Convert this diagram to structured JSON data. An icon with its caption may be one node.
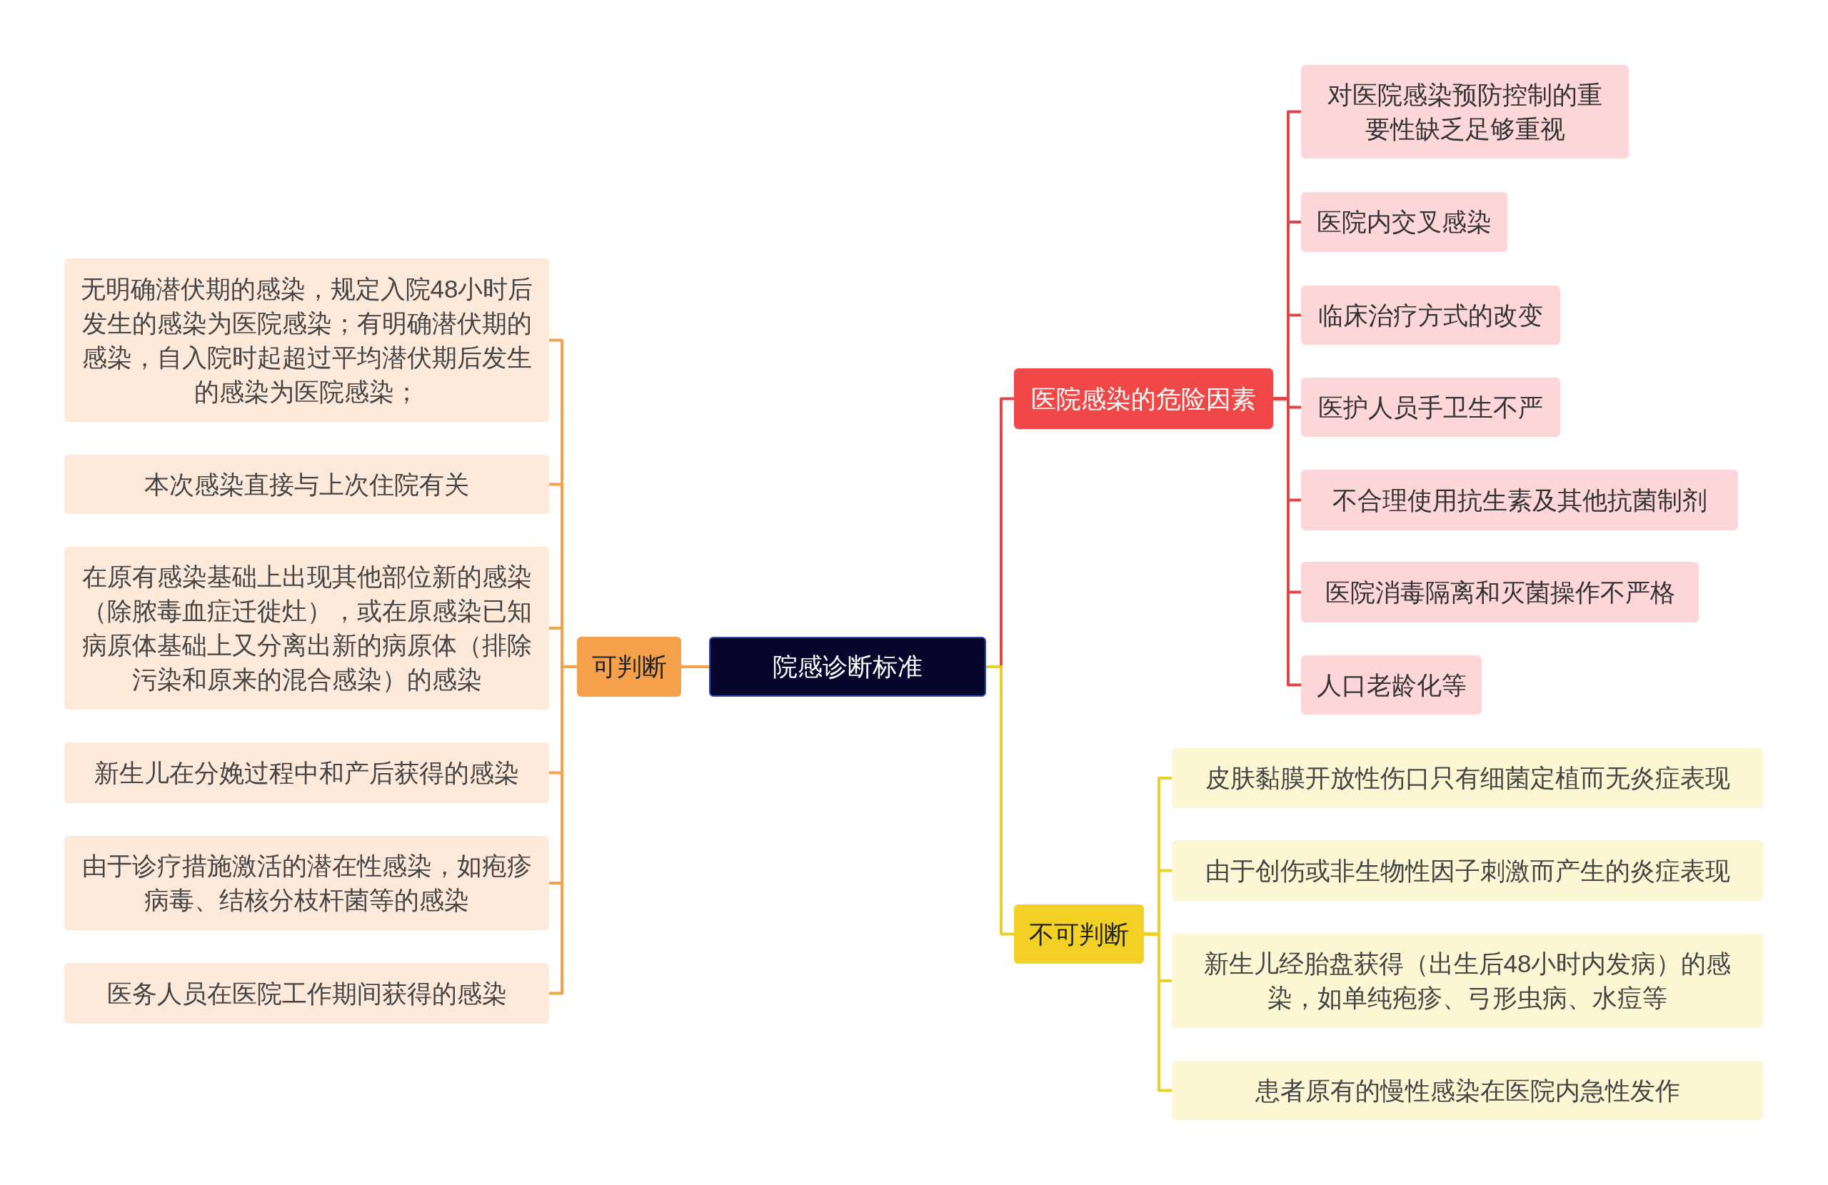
{
  "diagram": {
    "nodes": [
      {
        "text": [
          "院感诊断标准"
        ]
      },
      {
        "text": [
          "可判断"
        ]
      },
      {
        "text": [
          "无明确潜伏期的感染，规定入院48小时后发生的感染为医院感染；有明确潜伏期的感染，自入院时起超过平均潜伏期后发生的感染为医院感染；"
        ]
      },
      {
        "text": [
          "本次感染直接与上次住院有关"
        ]
      },
      {
        "text": [
          "在原有感染基础上出现其他部位新的感染（除脓毒血症迁徙灶），或在原感染已知病原体基础上又分离出新的病原体（排除污染和原来的混合感染）的感染"
        ]
      },
      {
        "text": [
          "新生儿在分娩过程中和产后获得的感染"
        ]
      },
      {
        "text": [
          "由于诊疗措施激活的潜在性感染，如疱疹病毒、结核分枝杆菌等的感染"
        ]
      },
      {
        "text": [
          "医务人员在医院工作期间获得的感染"
        ]
      },
      {
        "text": [
          "医院感染的危险因素"
        ]
      },
      {
        "text": [
          "对医院感染预防控制的重要性缺乏足够重视"
        ]
      },
      {
        "text": [
          "医院内交叉感染"
        ]
      },
      {
        "text": [
          "临床治疗方式的改变"
        ]
      },
      {
        "text": [
          "医护人员手卫生不严"
        ]
      },
      {
        "text": [
          "不合理使用抗生素及其他抗菌制剂"
        ]
      },
      {
        "text": [
          "医院消毒隔离和灭菌操作不严格"
        ]
      },
      {
        "text": [
          "人口老龄化等"
        ]
      },
      {
        "text": [
          "不可判断"
        ]
      },
      {
        "text": [
          "皮肤黏膜开放性伤口只有细菌定植而无炎症表现"
        ]
      },
      {
        "text": [
          "由于创伤或非生物性因子刺激而产生的炎症表现"
        ]
      },
      {
        "text": [
          "新生儿经胎盘获得（出生后48小时内发病）的感染，如单纯疱疹、弓形虫病、水痘等"
        ]
      },
      {
        "text": [
          "患者原有的慢性感染在医院内急性发作"
        ]
      }
    ],
    "edges": [
      {
        "from": 0,
        "to": 1,
        "arrow": "none",
        "color": "#f5a04a"
      },
      {
        "from": 1,
        "to": 2,
        "arrow": "none",
        "color": "#f5a04a"
      },
      {
        "from": 1,
        "to": 3,
        "arrow": "none",
        "color": "#f5a04a"
      },
      {
        "from": 1,
        "to": 4,
        "arrow": "none",
        "color": "#f5a04a"
      },
      {
        "from": 1,
        "to": 5,
        "arrow": "none",
        "color": "#f5a04a"
      },
      {
        "from": 1,
        "to": 6,
        "arrow": "none",
        "color": "#f5a04a"
      },
      {
        "from": 1,
        "to": 7,
        "arrow": "none",
        "color": "#f5a04a"
      },
      {
        "from": 0,
        "to": 8,
        "arrow": "none",
        "color": "#e04444"
      },
      {
        "from": 8,
        "to": 9,
        "arrow": "none",
        "color": "#e04444"
      },
      {
        "from": 8,
        "to": 10,
        "arrow": "none",
        "color": "#e04444"
      },
      {
        "from": 8,
        "to": 11,
        "arrow": "none",
        "color": "#e04444"
      },
      {
        "from": 8,
        "to": 12,
        "arrow": "none",
        "color": "#e04444"
      },
      {
        "from": 8,
        "to": 13,
        "arrow": "none",
        "color": "#e04444"
      },
      {
        "from": 8,
        "to": 14,
        "arrow": "none",
        "color": "#e04444"
      },
      {
        "from": 8,
        "to": 15,
        "arrow": "none",
        "color": "#e04444"
      },
      {
        "from": 0,
        "to": 16,
        "arrow": "none",
        "color": "#ecd02a"
      },
      {
        "from": 16,
        "to": 17,
        "arrow": "none",
        "color": "#ecd02a"
      },
      {
        "from": 16,
        "to": 18,
        "arrow": "none",
        "color": "#ecd02a"
      },
      {
        "from": 16,
        "to": 19,
        "arrow": "none",
        "color": "#ecd02a"
      },
      {
        "from": 16,
        "to": 20,
        "arrow": "none",
        "color": "#ecd02a"
      }
    ]
  }
}
